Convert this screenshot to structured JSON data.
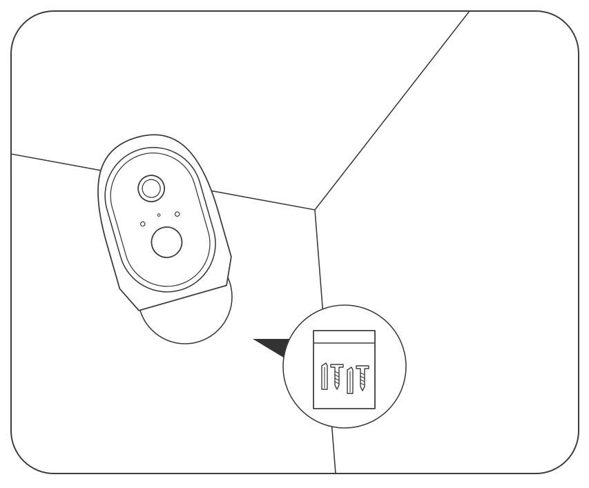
{
  "figure": {
    "subject": "camera-wall-mount-installation",
    "colors": {
      "line": "#3c3c3c",
      "background": "#ffffff",
      "pointer": "#333333"
    },
    "icons": [
      "security-camera-icon",
      "mounting-bracket-icon",
      "screw-bag-icon",
      "wall-anchor-icon",
      "screw-icon",
      "pointer-arrow-icon"
    ],
    "accessory_bag": {
      "anchors": 2,
      "screws": 2
    }
  }
}
